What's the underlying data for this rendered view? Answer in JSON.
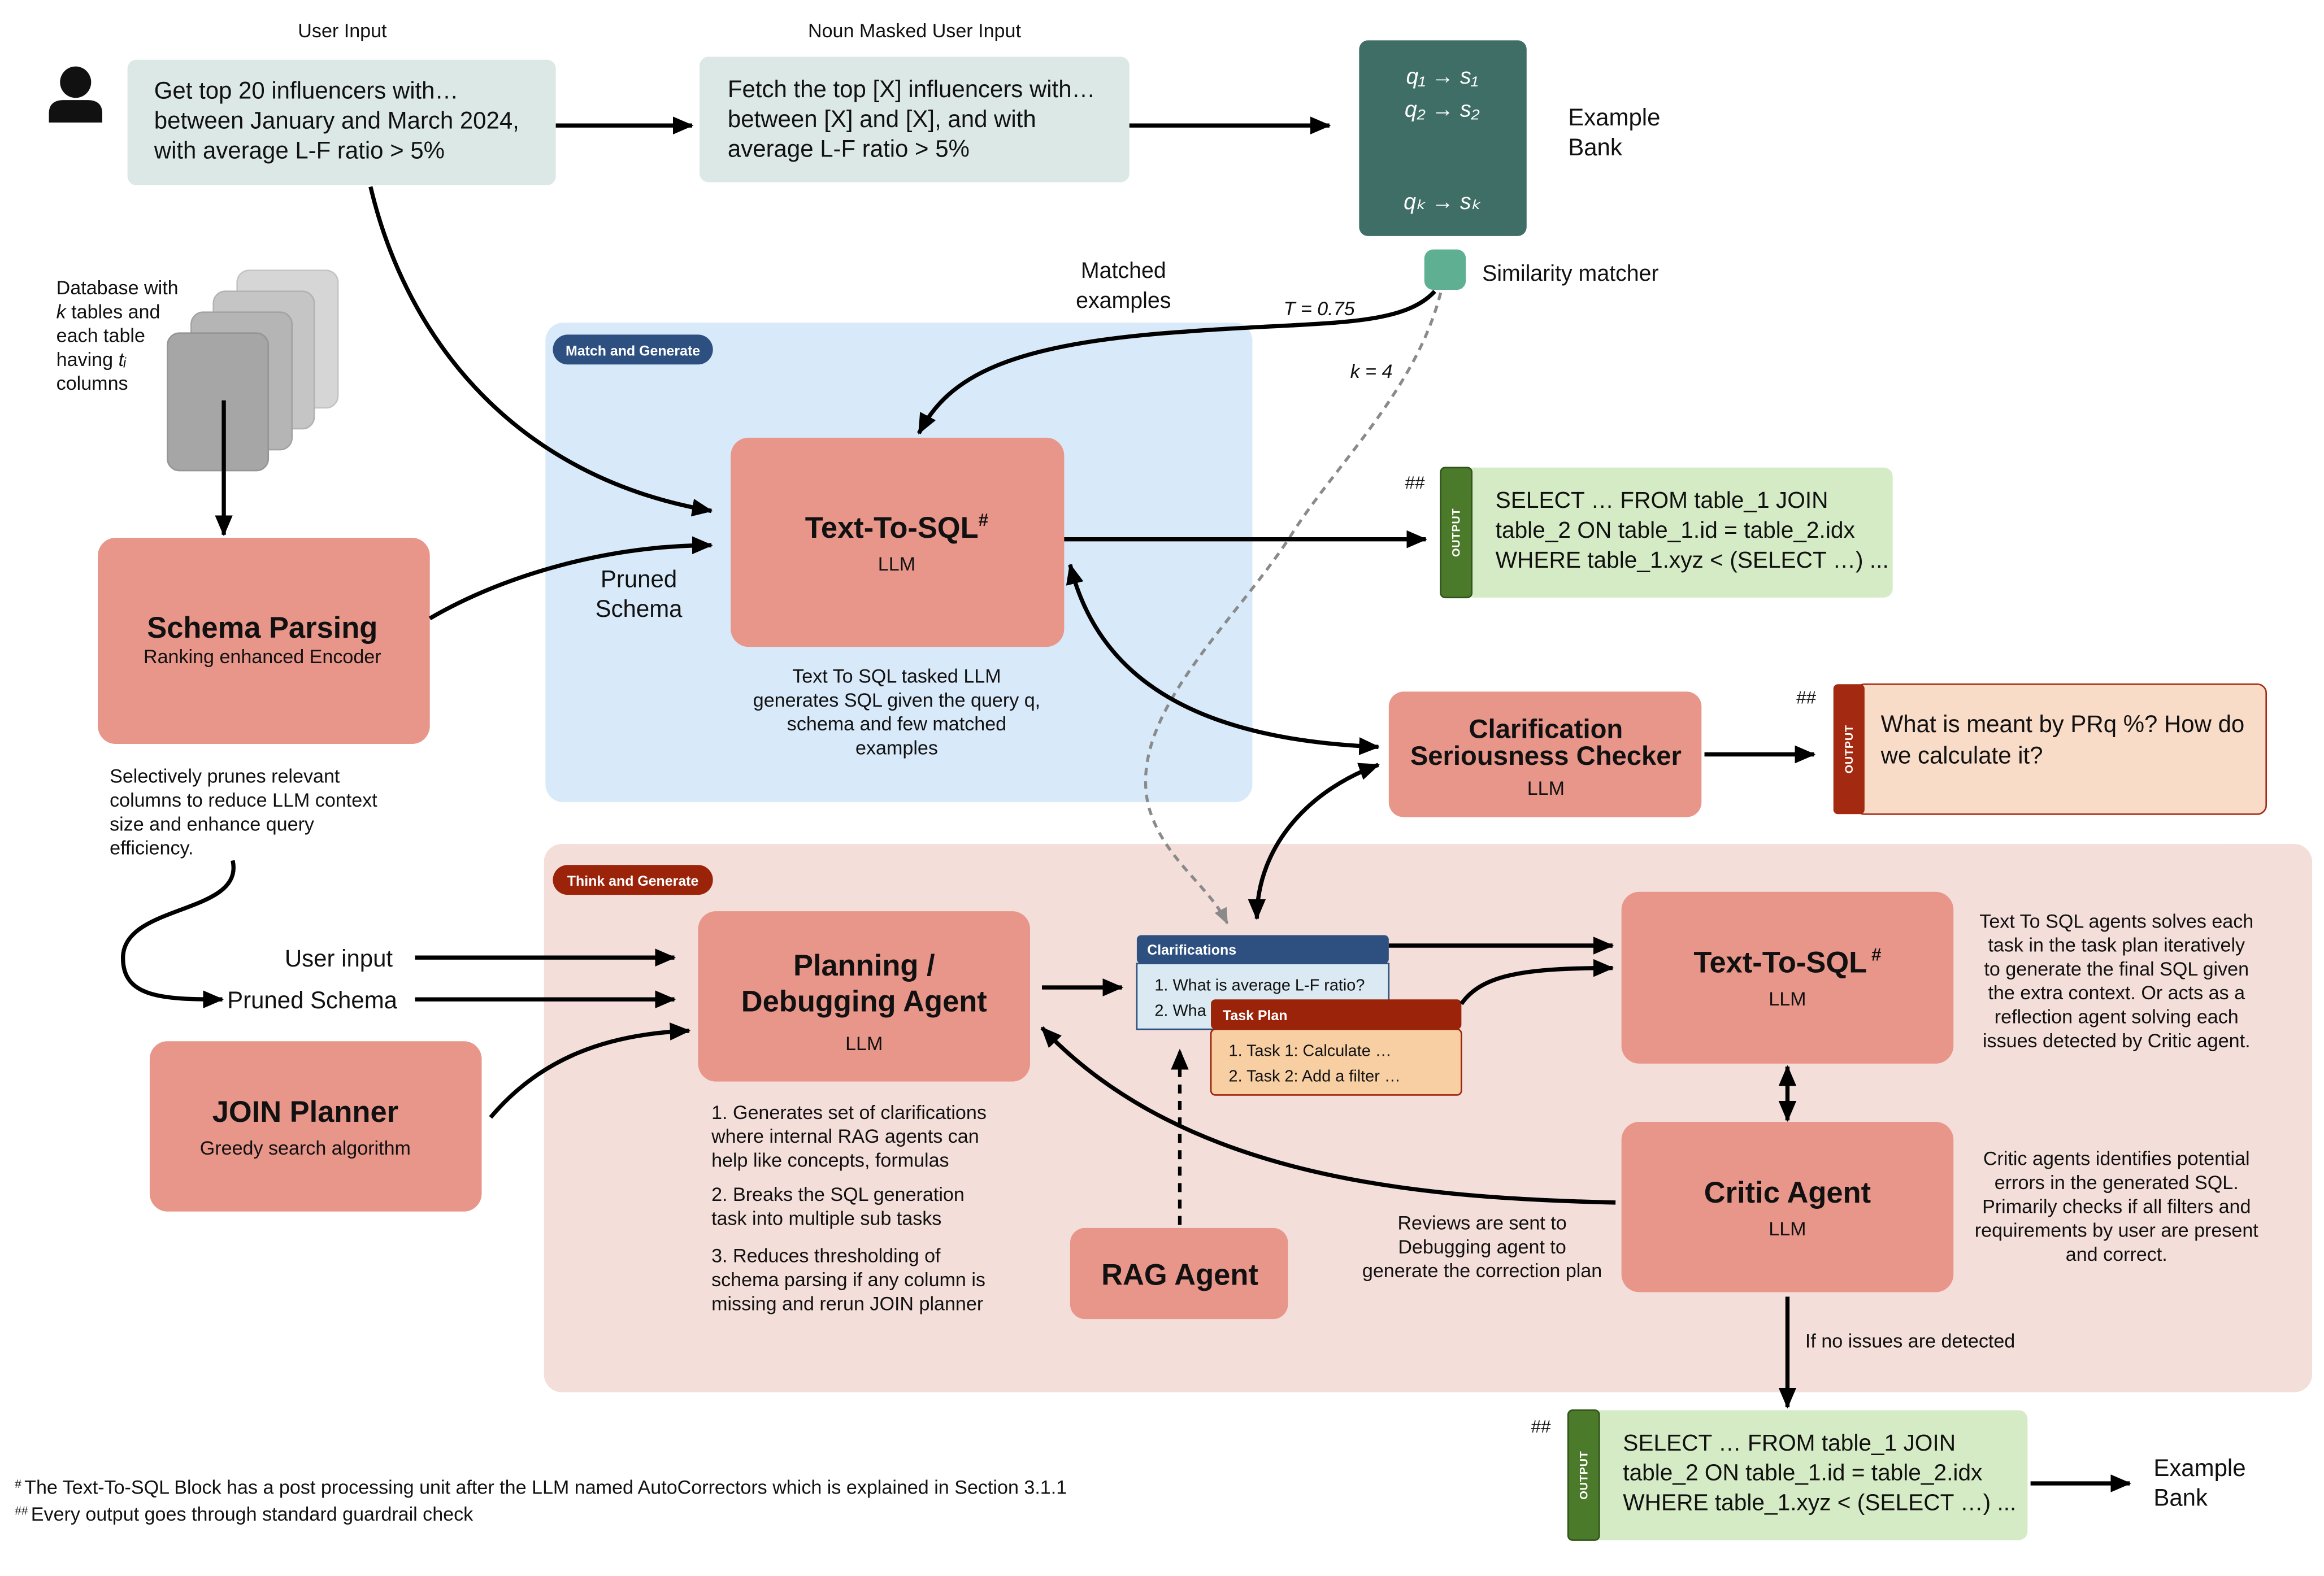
{
  "colors": {
    "input_box": "#dce8e6",
    "example_bank": "#3e6e66",
    "similarity_matcher": "#5faf92",
    "llm_box": "#e8958a",
    "match_region": "#d8e9f9",
    "think_region": "#f4ded9",
    "match_pill": "#2d5080",
    "think_pill": "#9a230a",
    "output_green_tab": "#4b7a2a",
    "output_green_body": "#d5ebc5",
    "output_red_tab": "#a32a10",
    "output_peach_body": "#f9dcc8",
    "clarifications_body": "#dae9f2",
    "task_plan_body": "#f8cfa3"
  },
  "top": {
    "user_input_label": "User Input",
    "masked_input_label": "Noun Masked User Input",
    "user_input_lines": [
      "Get top 20 influencers with…",
      "between January and March 2024,",
      "with average L-F ratio > 5%"
    ],
    "masked_input_lines": [
      "Fetch the top [X] influencers with…",
      "between [X] and [X], and with",
      "average L-F ratio > 5%"
    ]
  },
  "example_bank": {
    "entries": [
      "q₁ → s₁",
      "q₂ → s₂",
      "qₖ → sₖ"
    ],
    "label_lines": [
      "Example",
      "Bank"
    ]
  },
  "similarity": {
    "label": "Similarity matcher",
    "threshold": "T = 0.75",
    "k": "k = 4",
    "matched_lines": [
      "Matched",
      "examples"
    ]
  },
  "database": {
    "line1": "Database with",
    "line2_var": "k",
    "line2_rest": " tables and",
    "line3": "each table",
    "line4_text": "having ",
    "line4_var": "tᵢ",
    "line5": "columns"
  },
  "schema_parsing": {
    "title": "Schema Parsing",
    "subtitle": "Ranking enhanced Encoder",
    "note_lines": [
      "Selectively prunes relevant",
      "columns to reduce LLM context",
      "size and enhance query",
      "efficiency."
    ]
  },
  "pruned_schema_lines": [
    "Pruned",
    "Schema"
  ],
  "match_and_generate": {
    "region_label": "Match and Generate",
    "title": "Text-To-SQL",
    "title_mark": "#",
    "subtitle": "LLM",
    "note_lines": [
      "Text To SQL tasked LLM",
      "generates SQL given the query q,",
      "schema and few matched",
      "examples"
    ]
  },
  "output_sql_1": {
    "mark": "##",
    "tab": "OUTPUT",
    "lines": [
      "SELECT … FROM table_1 JOIN",
      "table_2 ON table_1.id = table_2.idx",
      "WHERE table_1.xyz < (SELECT …) ..."
    ]
  },
  "clarification_checker": {
    "title_lines": [
      "Clarification",
      "Seriousness Checker"
    ],
    "subtitle": "LLM"
  },
  "output_clarification": {
    "mark": "##",
    "tab": "OUTPUT",
    "lines": [
      "What is meant by PRq %? How do",
      "we calculate it?"
    ]
  },
  "think_and_generate": {
    "region_label": "Think and Generate",
    "input_labels": [
      "User input",
      "Pruned Schema"
    ],
    "join_planner": {
      "title": "JOIN Planner",
      "subtitle": "Greedy search algorithm"
    },
    "planning_agent": {
      "title_lines": [
        "Planning /",
        "Debugging Agent"
      ],
      "subtitle": "LLM",
      "notes": [
        [
          "1. Generates set of clarifications",
          "where internal RAG agents can",
          "help like concepts, formulas"
        ],
        [
          "2. Breaks the SQL generation",
          "task into multiple sub tasks"
        ],
        [
          "3. Reduces thresholding of",
          "schema parsing if any column is",
          "missing and rerun JOIN planner"
        ]
      ]
    },
    "clarifications": {
      "header": "Clarifications",
      "items": [
        "1. What is average L-F ratio?",
        "2. Wha"
      ]
    },
    "task_plan": {
      "header": "Task Plan",
      "items": [
        "1. Task 1: Calculate …",
        "2. Task 2: Add a filter …"
      ]
    },
    "rag_agent": {
      "title": "RAG Agent"
    },
    "text_to_sql_agent": {
      "title": "Text-To-SQL",
      "title_mark": "#",
      "subtitle": "LLM",
      "note_lines": [
        "Text To SQL agents solves each",
        "task in the task plan iteratively",
        "to generate the final SQL given",
        "the extra context. Or acts as a",
        "reflection agent solving each",
        "issues detected by Critic agent."
      ]
    },
    "critic_agent": {
      "title": "Critic Agent",
      "subtitle": "LLM",
      "note_lines": [
        "Critic agents identifies potential",
        "errors in the generated SQL.",
        "Primarily checks if all filters and",
        "requirements by user are present",
        "and correct."
      ]
    },
    "review_note_lines": [
      "Reviews are sent to",
      "Debugging agent to",
      "generate the correction plan"
    ]
  },
  "no_issues_label": "If no issues are detected",
  "output_sql_2": {
    "mark": "##",
    "tab": "OUTPUT",
    "lines": [
      "SELECT … FROM table_1 JOIN",
      "table_2 ON table_1.id = table_2.idx",
      "WHERE table_1.xyz < (SELECT …) ..."
    ]
  },
  "final_bank_lines": [
    "Example",
    "Bank"
  ],
  "footnotes": [
    {
      "mark": "#",
      "text": "The Text-To-SQL Block has a post processing unit after the LLM named AutoCorrectors which is explained in Section 3.1.1"
    },
    {
      "mark": "##",
      "text": "Every output goes through standard guardrail check"
    }
  ]
}
